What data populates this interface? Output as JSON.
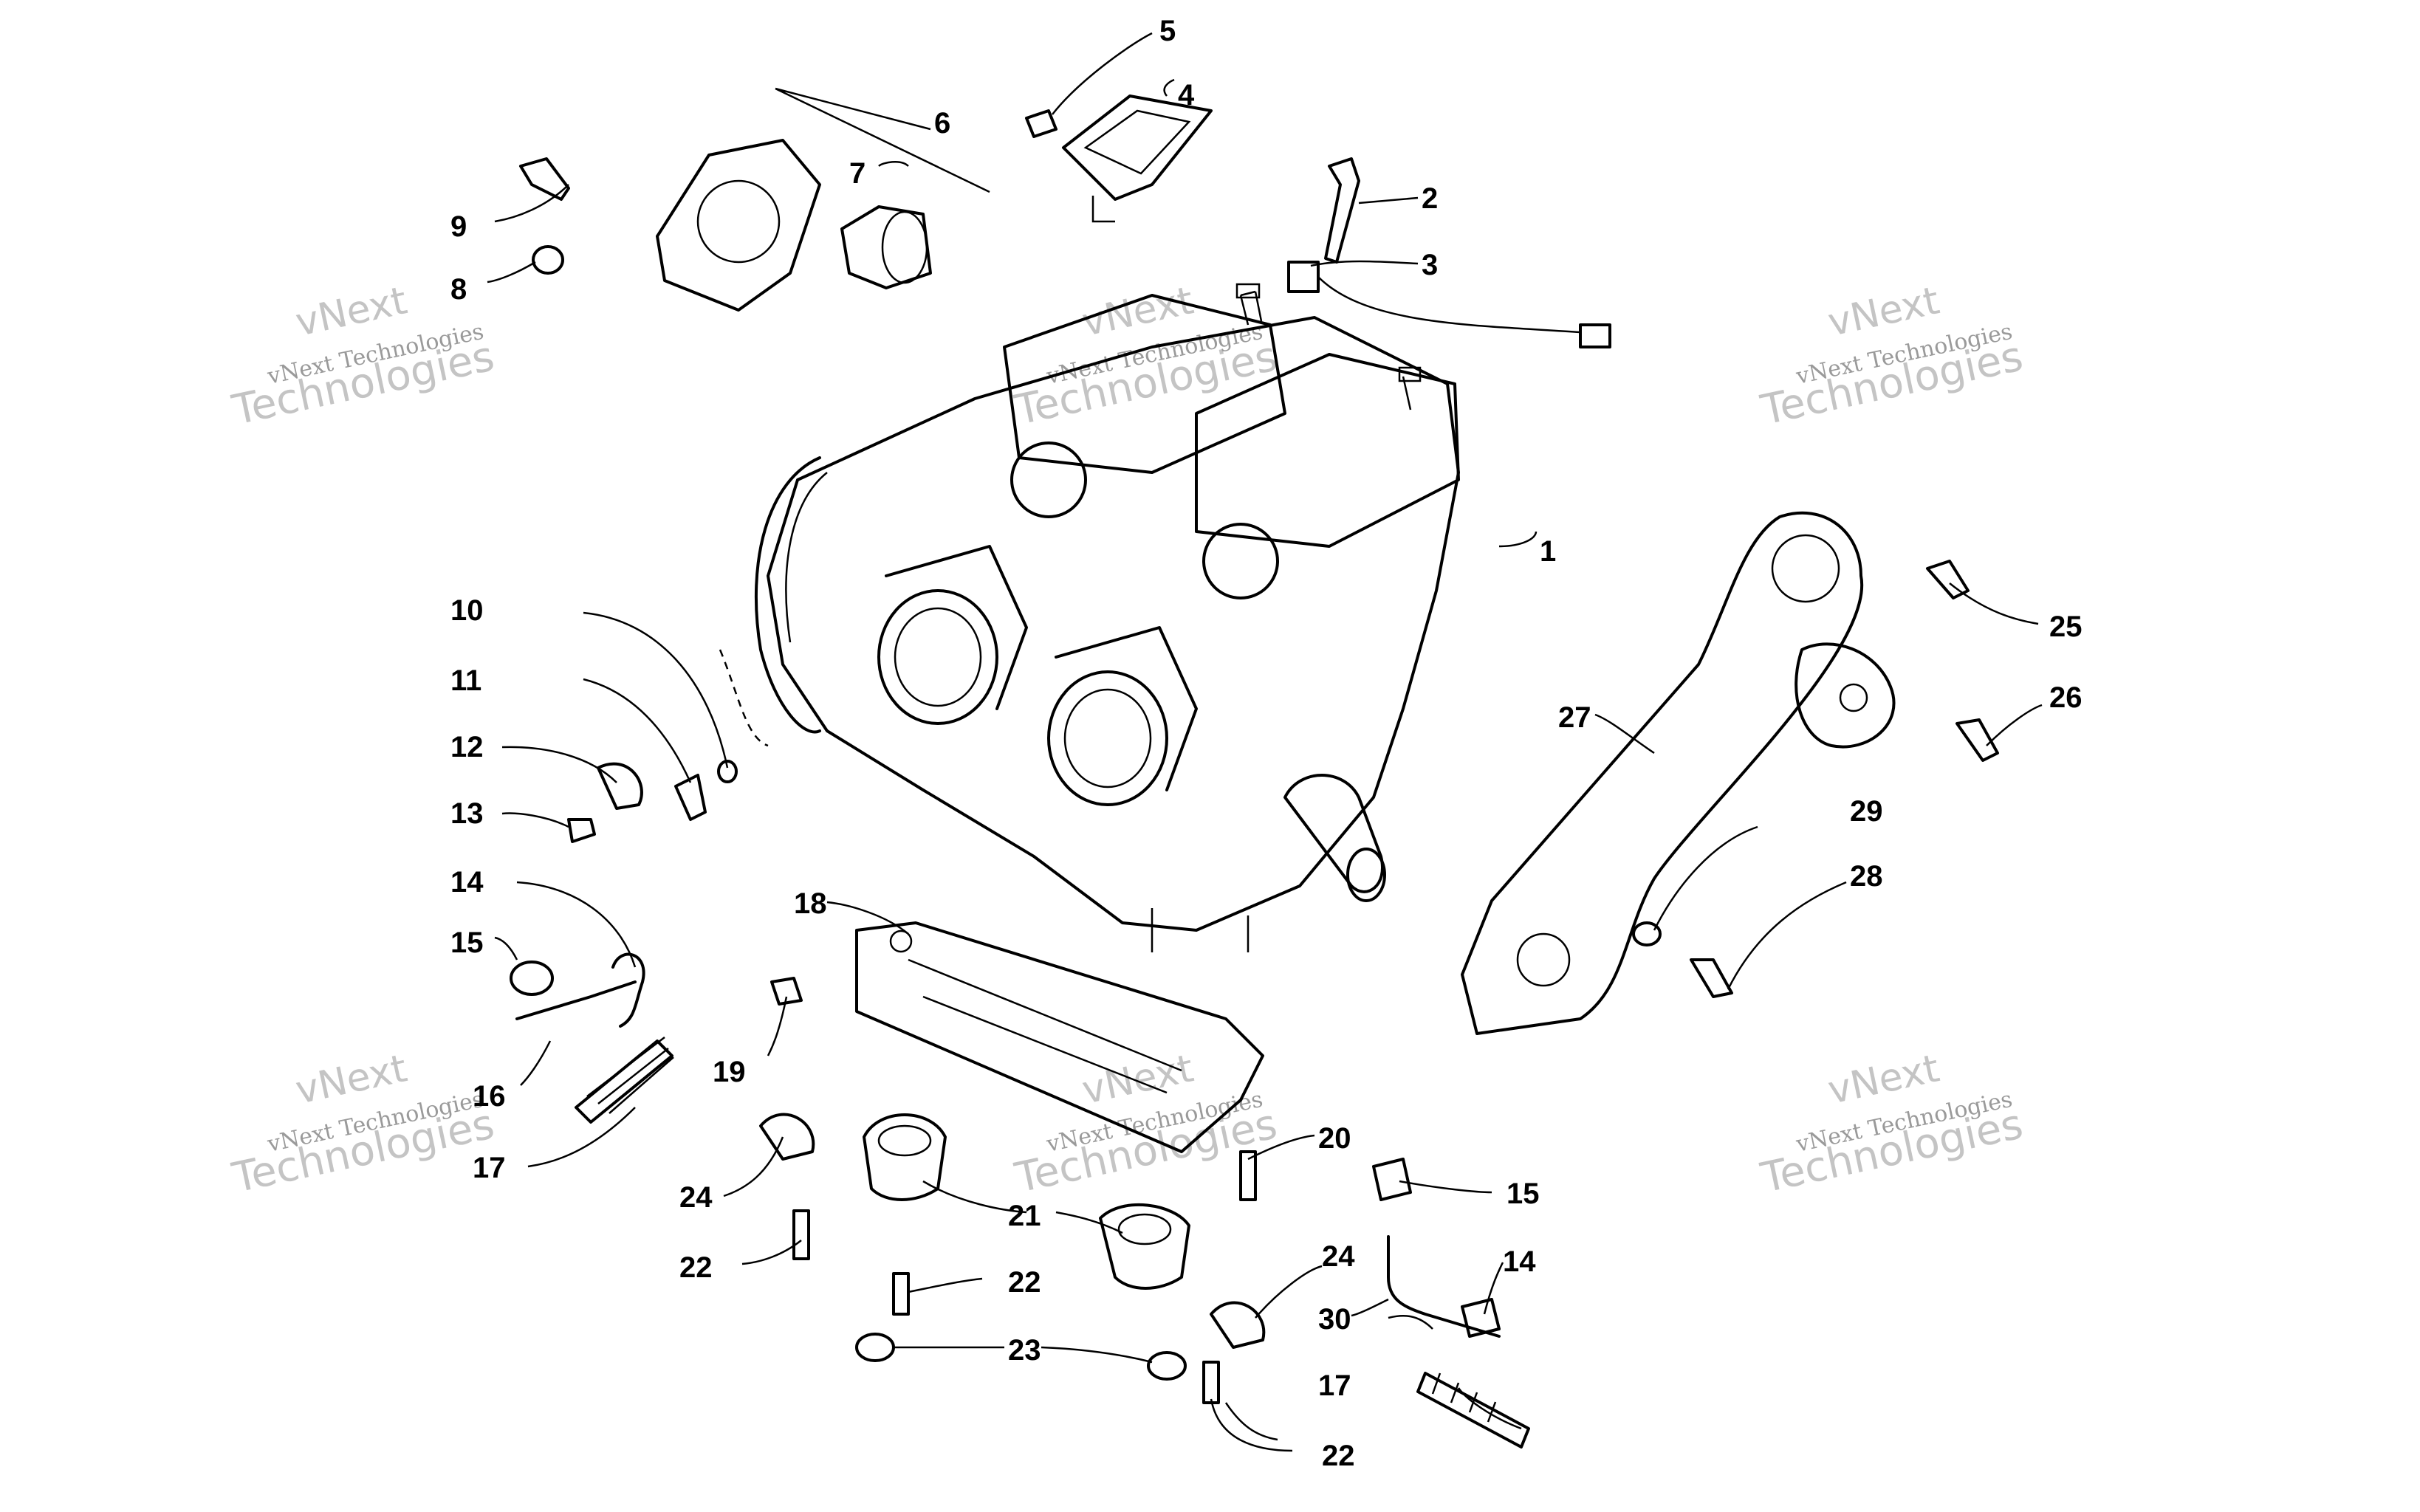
{
  "watermark": {
    "brand": "vNext",
    "word": "Technologies",
    "line": "vNext Technologies"
  },
  "callouts": {
    "c1": "1",
    "c2": "2",
    "c3": "3",
    "c4": "4",
    "c5": "5",
    "c6": "6",
    "c7": "7",
    "c8": "8",
    "c9": "9",
    "c10": "10",
    "c11": "11",
    "c12": "12",
    "c13": "13",
    "c14a": "14",
    "c14b": "14",
    "c15a": "15",
    "c15b": "15",
    "c16": "16",
    "c17a": "17",
    "c17b": "17",
    "c18": "18",
    "c19": "19",
    "c20": "20",
    "c21": "21",
    "c22a": "22",
    "c22b": "22",
    "c22c": "22",
    "c23": "23",
    "c24a": "24",
    "c24b": "24",
    "c25": "25",
    "c26": "26",
    "c27": "27",
    "c28": "28",
    "c29": "29",
    "c30": "30"
  }
}
